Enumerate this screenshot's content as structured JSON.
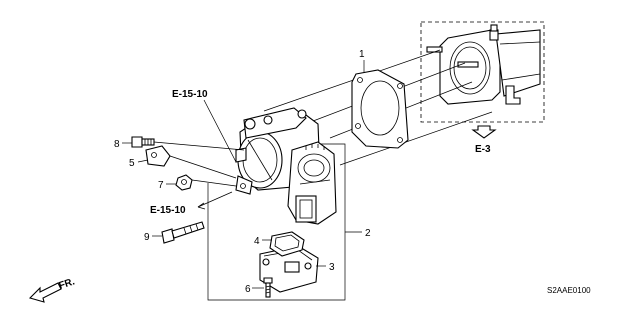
{
  "callouts": {
    "p1": "1",
    "p2": "2",
    "p3": "3",
    "p4": "4",
    "p5": "5",
    "p6": "6",
    "p7": "7",
    "p8": "8",
    "p9": "9"
  },
  "references": {
    "e15_10_upper": "E-15-10",
    "e15_10_lower": "E-15-10",
    "e3": "E-3"
  },
  "direction": {
    "fr": "FR."
  },
  "diagram_code": "S2AAE0100"
}
